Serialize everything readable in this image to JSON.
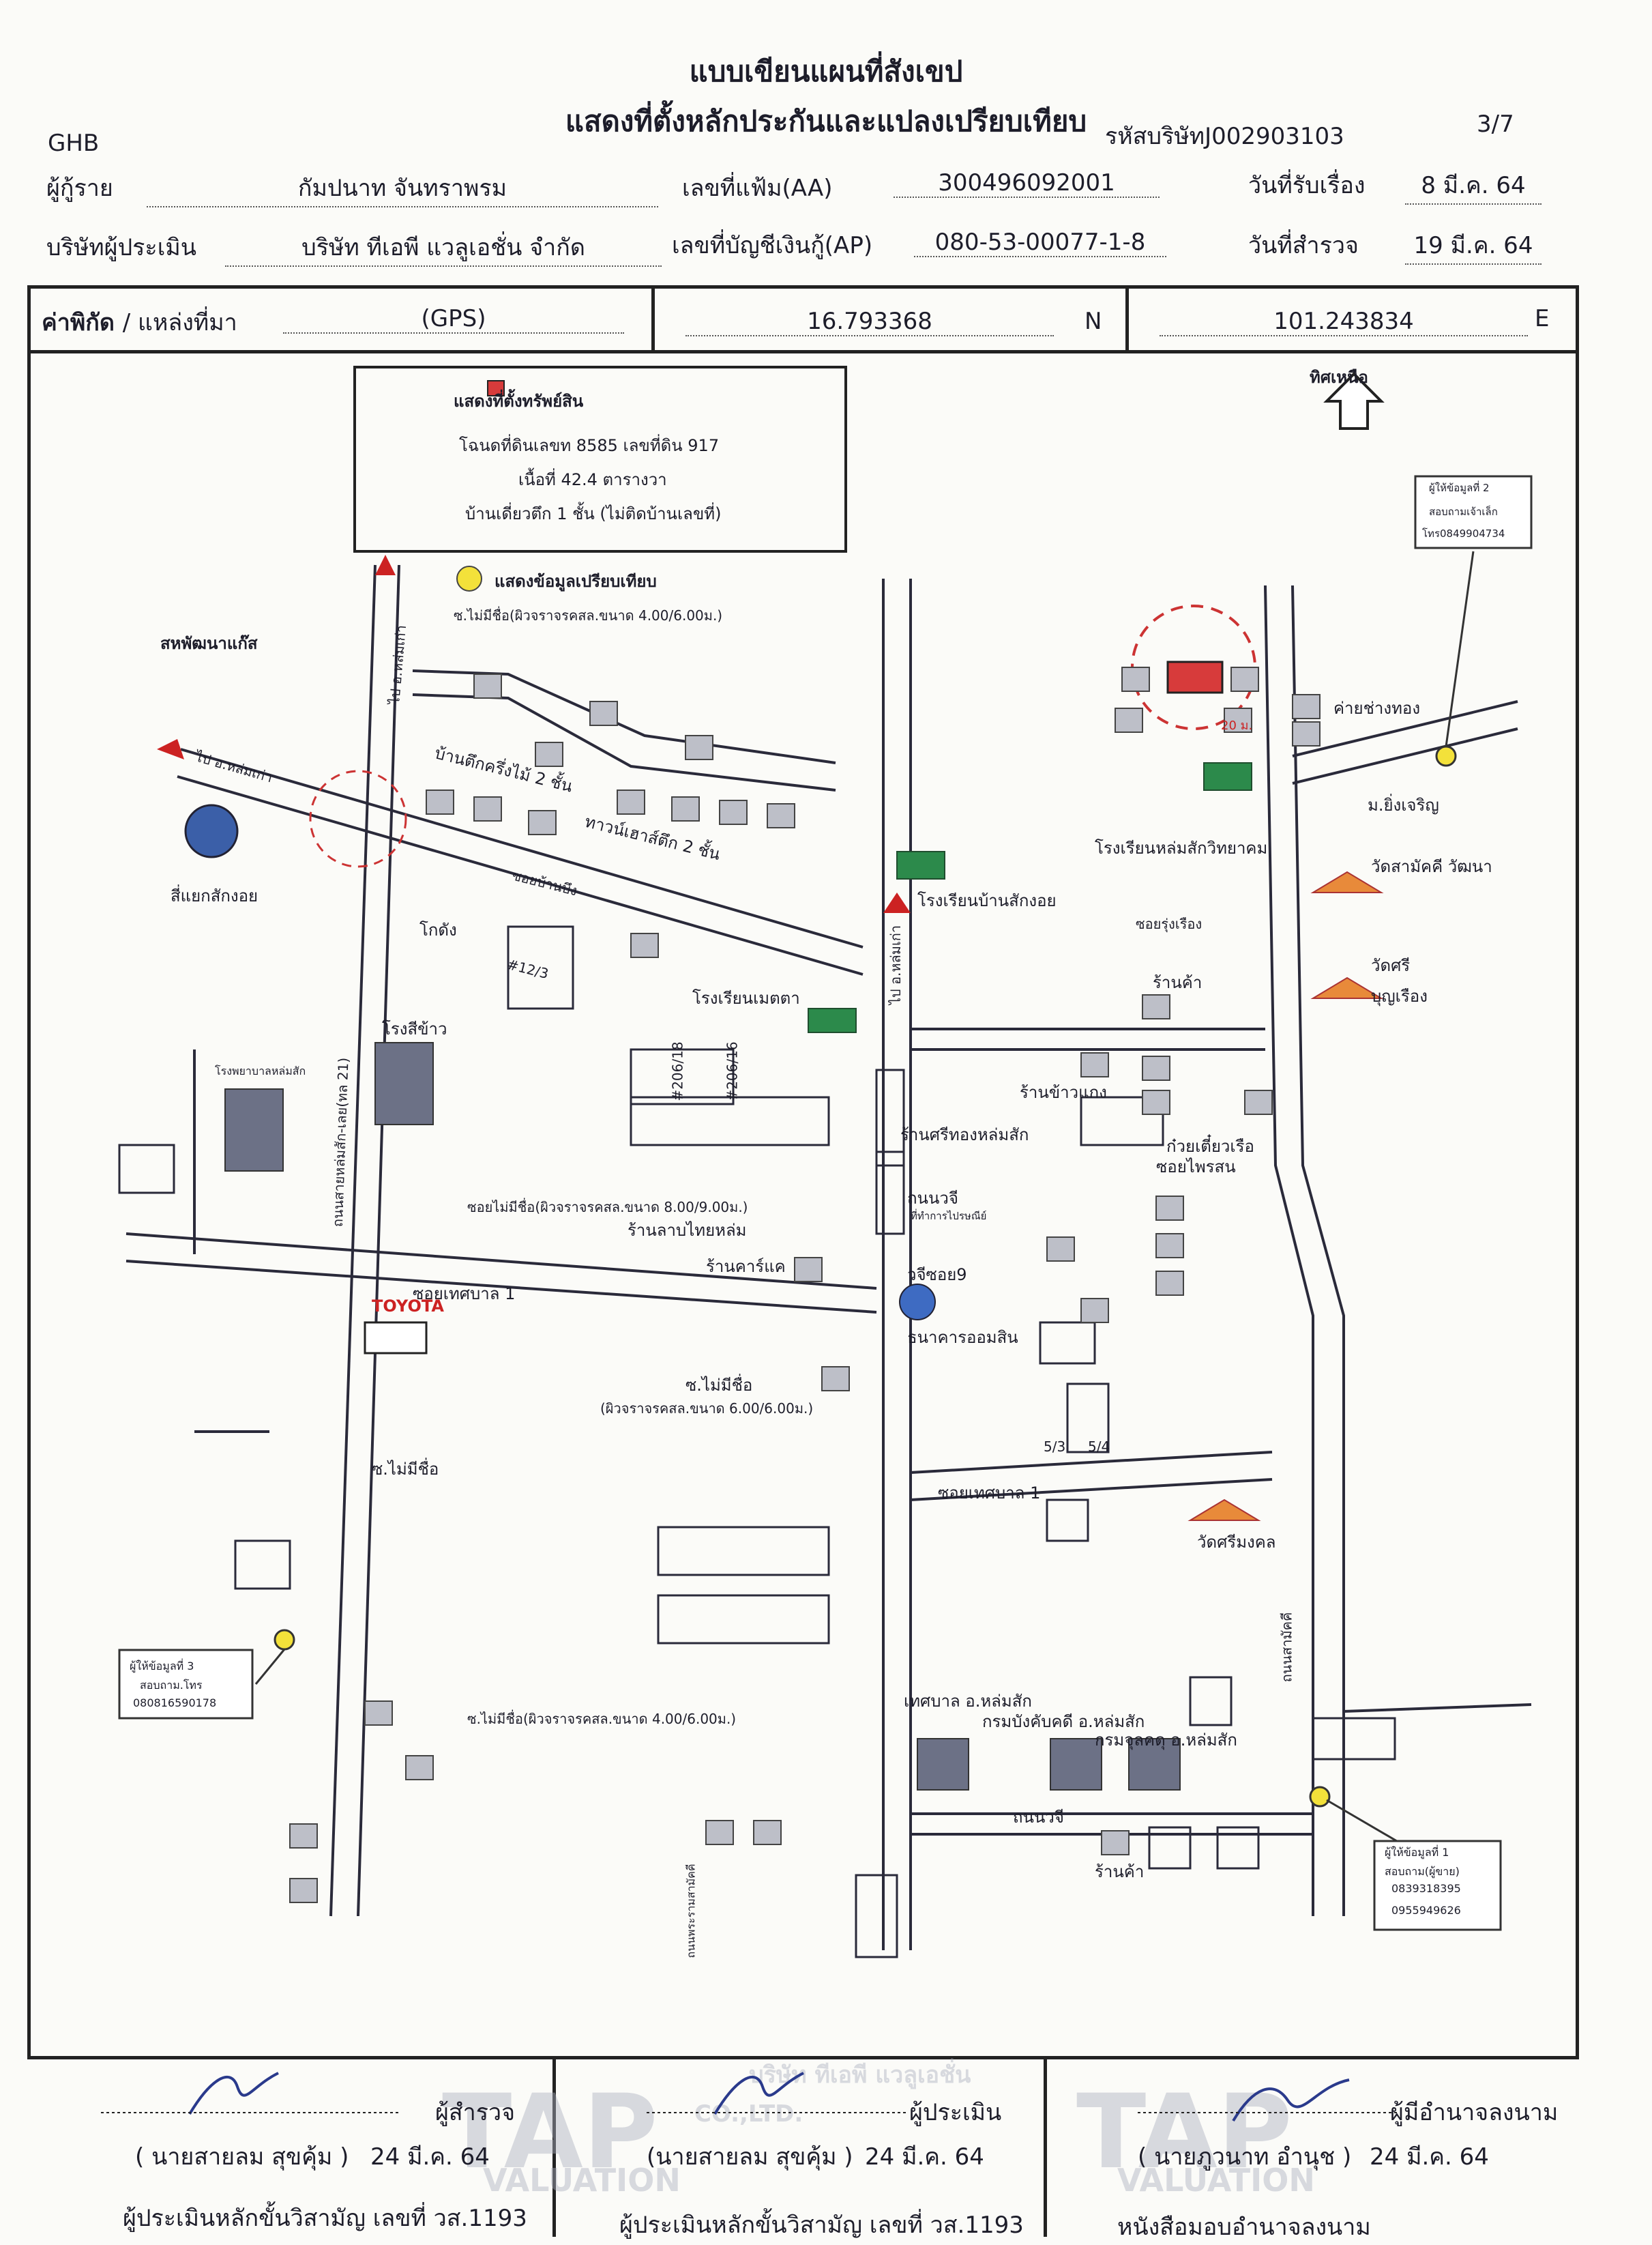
{
  "title_line1": "แบบเขียนแผนที่สังเขป",
  "title_line2": "แสดงที่ตั้งหลักประกันและแปลงเปรียบเทียบ",
  "bank": "GHB",
  "company_code": "รหัสบริษัทJ002903103",
  "page": "3/7",
  "borrower_label": "ผู้กู้ราย",
  "borrower": "กัมปนาท จันทราพรม",
  "file_no_label": "เลขที่แฟ้ม(AA)",
  "file_no": "300496092001",
  "received_label": "วันที่รับเรื่อง",
  "received_date": "8 มี.ค. 64",
  "appraiser_label": "บริษัทผู้ประเมิน",
  "appraiser": "บริษัท ทีเอพี แวลูเอชั่น จำกัด",
  "account_label": "เลขที่บัญชีเงินกู้(AP)",
  "account_no": "080-53-00077-1-8",
  "survey_label": "วันที่สำรวจ",
  "survey_date": "19 มี.ค. 64",
  "coord_label": "ค่าพิกัด",
  "coord_source_label": "/ แหล่งที่มา",
  "coord_source": "(GPS)",
  "lat": "16.793368",
  "lat_dir": "N",
  "lon": "101.243834",
  "lon_dir": "E",
  "map": {
    "legend_property": "แสดงที่ตั้งทรัพย์สิน",
    "legend_deed": "โฉนดที่ดินเลขท 8585 เลขที่ดิน 917",
    "legend_area": "เนื้อที่ 42.4 ตารางวา",
    "legend_house": "บ้านเดี่ยวตึก 1 ชั้น (ไม่ติดบ้านเลขที่)",
    "legend_compare": "แสดงข้อมูลเปรียบเทียบ",
    "north": "ทิศเหนือ",
    "labels": {
      "sahapat": "สหพัฒนาแก๊ส",
      "to_lomkao_top": "ไป อ.หล่มเก่า",
      "to_lomkao_left": "ไป อ.หล่มเก่า",
      "road_unnamed_top": "ซ.ไม่มีชื่อ(ผิวจราจรคสล.ขนาด 4.00/6.00ม.)",
      "house_2floor": "บ้านตึกครึ่งไม้ 2 ชั้น",
      "townhouse": "ทาวน์เฮาส์ตึก 2 ชั้น",
      "intersection": "สี่แยกสักงอย",
      "warehouse": "โกดัง",
      "soi_banbung": "ซอยบ้านบึง",
      "plot_12_3": "#12/3",
      "rice_mill": "โรงสีข้าว",
      "hospital": "โรงพยาบาลหล่มสัก",
      "highway21": "ถนนสายหล่มสัก-เลย(ทล 21)",
      "school_banlak": "โรงเรียนบ้านสักงอย",
      "to_lomkao_mid": "ไป อ.หล่มเก่า",
      "school_metta": "โรงเรียนเมตตา",
      "plot_206_18": "#206/18",
      "plot_206_16": "#206/16",
      "road_unnamed_mid": "ซอยไม่มีชื่อ(ผิวจราจรคสล.ขนาด 8.00/9.00ม.)",
      "shop_lanthai": "ร้านลาบไทยหล่ม",
      "shop_carcare": "ร้านคาร์แค",
      "soi_tesaban1": "ซอยเทศบาล 1",
      "toyota": "TOYOTA",
      "road_unnamed_lower": "ซ.ไม่มีชื่อ",
      "road_unnamed_lower_spec": "(ผิวจราจรคสล.ขนาด 6.00/6.00ม.)",
      "road_unnamed_left": "ซ.ไม่มีชื่อ",
      "chaichang": "ค่ายช่างทอง",
      "school_lomsak": "โรงเรียนหล่มสักวิทยาคม",
      "mooban": "ม.ยิ่งเจริญ",
      "wat_samakkhi": "วัดสามัคคี วัฒนา",
      "wat_si_line1": "วัดศรี",
      "wat_si_line2": "บุญเรือง",
      "soi_rungruang": "ซอยรุ่งเรือง",
      "shop1": "ร้านค้า",
      "shop_rice": "ร้านข้าวแกง",
      "shop_gold": "ร้านศรีทองหล่มสัก",
      "noodle": "ก๋วยเตี๋ยวเรือ",
      "soi_phaisan": "ซอยไพรสน",
      "road_wachi": "ถนนวจี",
      "post_office": "ที่ทำการไปรษณีย์",
      "wachi_soi9": "วจีซอย9",
      "gsb": "ธนาคารออมสิน",
      "plot_5_3": "5/3",
      "plot_5_4": "5/4",
      "soi_tesaban1_b": "ซอยเทศบาล 1",
      "wat_srimongkol": "วัดศรีมงคล",
      "road_samakkhi": "ถนนสามัคคี",
      "informant3_title": "ผู้ให้ข้อมูลที่ 3",
      "informant3_sub": "สอบถาม.โทร",
      "informant3_phone": "080816590178",
      "road_unnamed_bottom": "ซ.ไม่มีชื่อ(ผิวจราจรคสล.ขนาด 4.00/6.00ม.)",
      "municipality": "เทศบาล อ.หล่มสัก",
      "fire_dept": "กรมบังคับคดี อ.หล่มสัก",
      "chulakadee": "กรมจุลคดุ อ.หล่มสัก",
      "road_wachi_b": "ถนนวจี",
      "shop2": "ร้านค้า",
      "road_vertical": "ถนนพระรามสามัคคี",
      "informant1_title": "ผู้ให้ข้อมูลที่ 1",
      "informant1_sub": "สอบถาม(ผู้ขาย)",
      "informant1_phone1": "0839318395",
      "informant1_phone2": "0955949626",
      "informant2_title": "ผู้ให้ข้อมูลที่ 2",
      "informant2_sub": "สอบถามเจ้าเล็ก",
      "informant2_phone": "โทร0849904734",
      "dist": "20 ม."
    }
  },
  "signatures": {
    "surveyor_label": "ผู้สำรวจ",
    "surveyor_name": "( นายสายลม สุขคุ้ม )",
    "surveyor_date": "24 มี.ค. 64",
    "surveyor_license": "ผู้ประเมินหลักขั้นวิสามัญ เลขที่ วส.1193",
    "appraiser_label": "ผู้ประเมิน",
    "appraiser_name": "(นายสายลม สุขคุ้ม )",
    "appraiser_date": "24 มี.ค. 64",
    "appraiser_license": "ผู้ประเมินหลักขั้นวิสามัญ เลขที่ วส.1193",
    "authority_label": "ผู้มีอำนาจลงนาม",
    "authority_name": "( นายภูวนาท อำนุช )",
    "authority_date": "24 มี.ค. 64",
    "authority_note": "หนังสือมอบอำนาจลงนาม"
  },
  "stamp": {
    "big": "TAP",
    "word": "VALUATION",
    "company": "บริษัท ทีเอพี แวลูเอชั่น",
    "ltd": "CO.,LTD."
  },
  "colors": {
    "property": "#d73b3b",
    "compare_marker": "#f3e13a",
    "school": "#2c8a4b",
    "building": "#6c7186",
    "road_arrow": "#cc2222"
  }
}
